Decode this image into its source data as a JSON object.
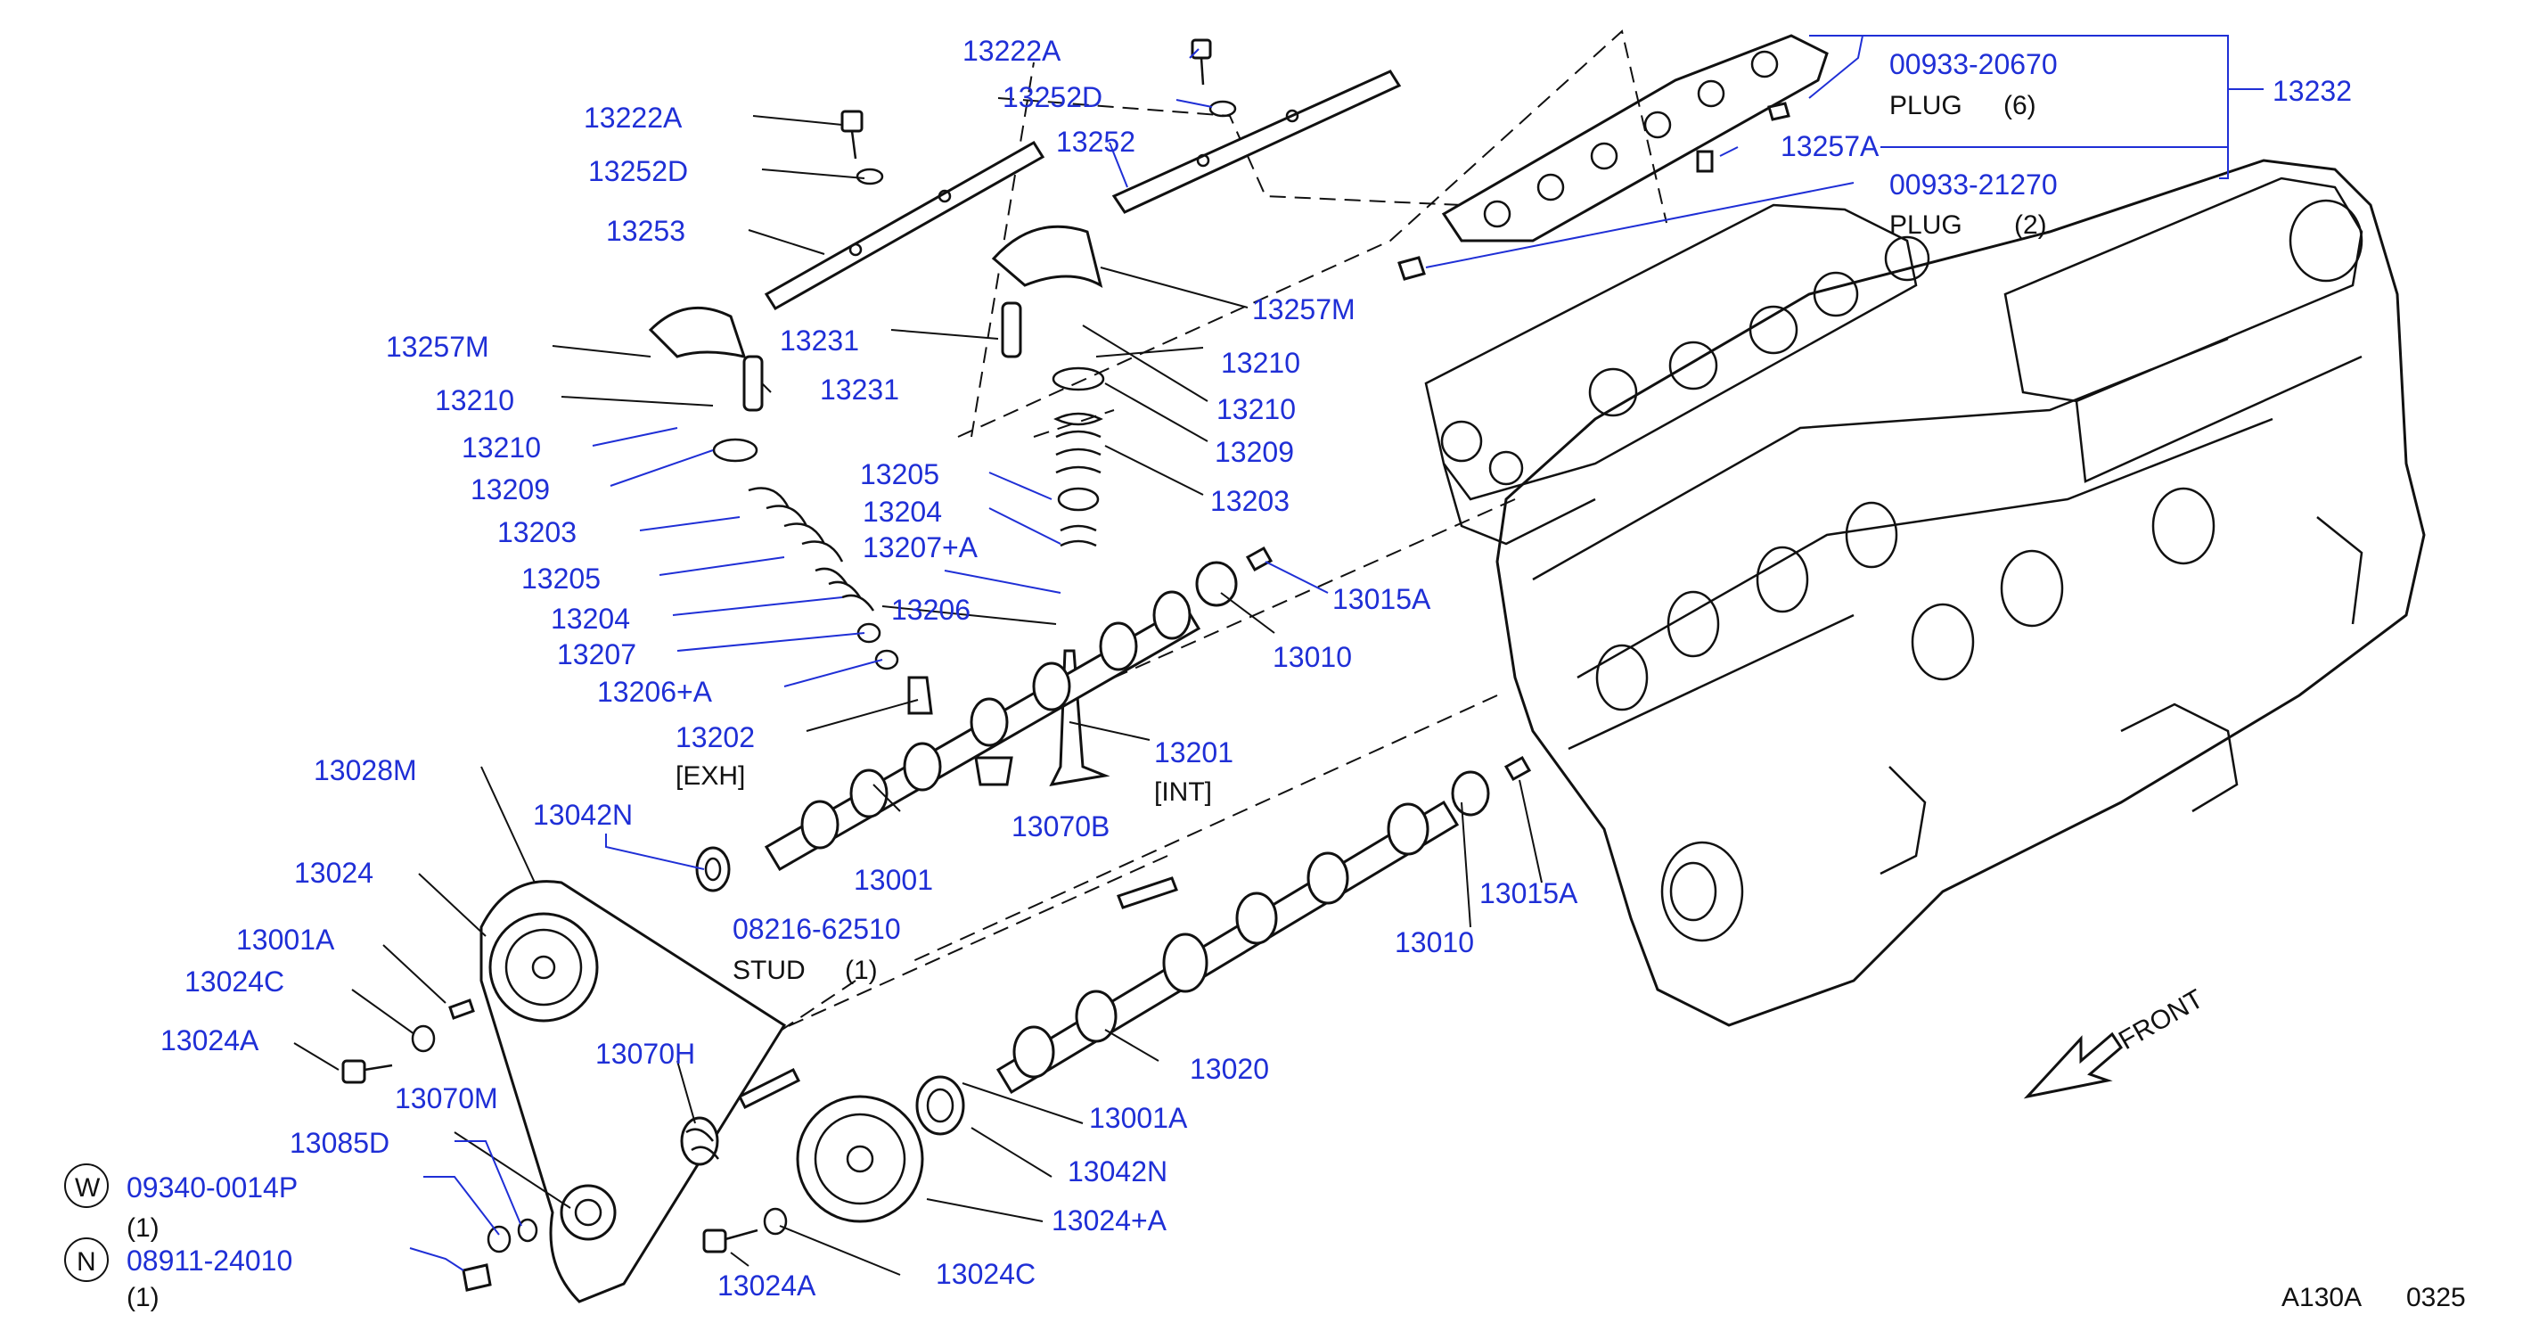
{
  "diagram": {
    "sheet_code": "A130A",
    "sheet_number": "0325",
    "front_label": "FRONT",
    "callouts": {
      "c13222A_top": "13222A",
      "c13252D_top": "13252D",
      "c13252": "13252",
      "c13222A_left": "13222A",
      "c13252D_left": "13252D",
      "c13253": "13253",
      "c00933_20670": "00933-20670",
      "plug6": "PLUG",
      "plug6_qty": "(6)",
      "c13232": "13232",
      "c13257A": "13257A",
      "c00933_21270": "00933-21270",
      "plug2": "PLUG",
      "plug2_qty": "(2)",
      "c13257M_right": "13257M",
      "c13257M_left": "13257M",
      "c13231_a": "13231",
      "c13231_b": "13231",
      "c13210_r1": "13210",
      "c13210_r2": "13210",
      "c13209_r": "13209",
      "c13203_r": "13203",
      "c13210_l1": "13210",
      "c13210_l2": "13210",
      "c13209_l": "13209",
      "c13203_l": "13203",
      "c13205_l": "13205",
      "c13204_l": "13204",
      "c13207": "13207",
      "c13206A": "13206+A",
      "c13205_m": "13205",
      "c13204_m": "13204",
      "c13207A": "13207+A",
      "c13206": "13206",
      "c13202": "13202",
      "exh": "[EXH]",
      "c13201": "13201",
      "int": "[INT]",
      "c13015A_top": "13015A",
      "c13010_top": "13010",
      "c13028M": "13028M",
      "c13042N_top": "13042N",
      "c13001": "13001",
      "c13070B": "13070B",
      "c13024": "13024",
      "c13001A_l": "13001A",
      "c13024C_l": "13024C",
      "c13024A_l": "13024A",
      "c08216": "08216-62510",
      "stud": "STUD",
      "stud_qty": "(1)",
      "c13015A_bot": "13015A",
      "c13010_bot": "13010",
      "c13070H": "13070H",
      "c13020": "13020",
      "c13070M": "13070M",
      "c13085D": "13085D",
      "c09340": "09340-0014P",
      "c09340_qty": "(1)",
      "w_mark": "W",
      "c08911": "08911-24010",
      "c08911_qty": "(1)",
      "n_mark": "N",
      "c13001A_r": "13001A",
      "c13042N_bot": "13042N",
      "c13024A_plus": "13024+A",
      "c13024A_bot": "13024A",
      "c13024C_bot": "13024C"
    },
    "colors": {
      "callout": "#1f2fd6",
      "linework": "#111111"
    }
  }
}
